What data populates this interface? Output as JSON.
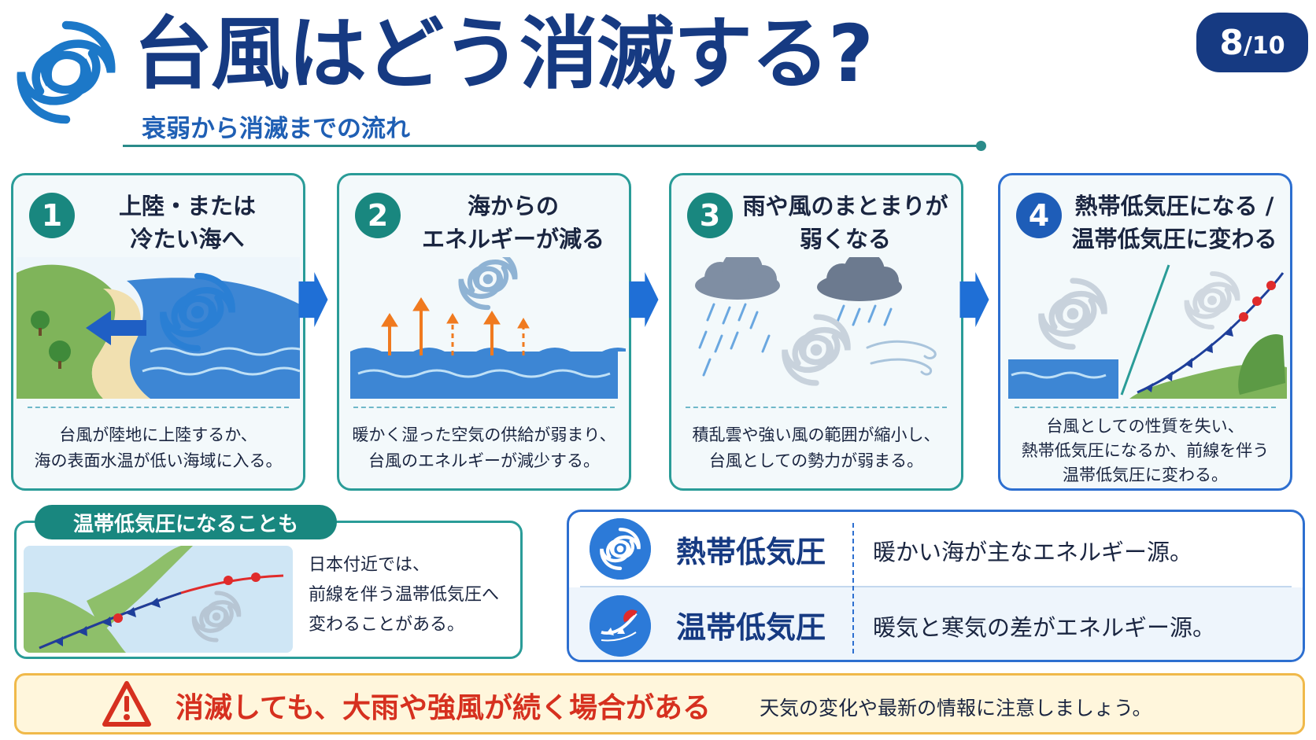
{
  "header": {
    "title": "台風はどう消滅する?",
    "subtitle": "衰弱から消滅までの流れ",
    "page_current": "8",
    "page_total": "/10",
    "logo_icon": "typhoon-swirl-icon"
  },
  "steps": [
    {
      "number": "1",
      "title_lines": [
        "上陸・または",
        "冷たい海へ"
      ],
      "desc_lines": [
        "台風が陸地に上陸するか、",
        "海の表面水温が低い海域に入る。"
      ]
    },
    {
      "number": "2",
      "title_lines": [
        "海からの",
        "エネルギーが減る"
      ],
      "desc_lines": [
        "暖かく湿った空気の供給が弱まり、",
        "台風のエネルギーが減少する。"
      ]
    },
    {
      "number": "3",
      "title_lines": [
        "雨や風のまとまりが",
        "弱くなる"
      ],
      "desc_lines": [
        "積乱雲や強い風の範囲が縮小し、",
        "台風としての勢力が弱まる。"
      ]
    },
    {
      "number": "4",
      "title_lines": [
        "熱帯低気圧になる /",
        "温帯低気圧に変わる"
      ],
      "desc_lines": [
        "台風としての性質を失い、",
        "熱帯低気圧になるか、前線を伴う",
        "温帯低気圧に変わる。"
      ]
    }
  ],
  "note": {
    "tab": "温帯低気圧になることも",
    "lines": [
      "日本付近では、",
      "前線を伴う温帯低気圧へ",
      "変わることがある。"
    ]
  },
  "compare": [
    {
      "name": "熱帯低気圧",
      "desc": "暖かい海が主なエネルギー源。",
      "icon": "tropical-cyclone-icon"
    },
    {
      "name": "温帯低気圧",
      "desc": "暖気と寒気の差がエネルギー源。",
      "icon": "front-icon"
    }
  ],
  "warning": {
    "main": "消滅しても、大雨や強風が続く場合がある",
    "sub": "天気の変化や最新の情報に注意しましょう。",
    "icon": "warning-triangle-icon"
  },
  "colors": {
    "navy": "#163a82",
    "teal": "#19877f",
    "blue": "#2d6fd0",
    "warning_red": "#d6301f",
    "warning_bg": "#fff6dc"
  }
}
